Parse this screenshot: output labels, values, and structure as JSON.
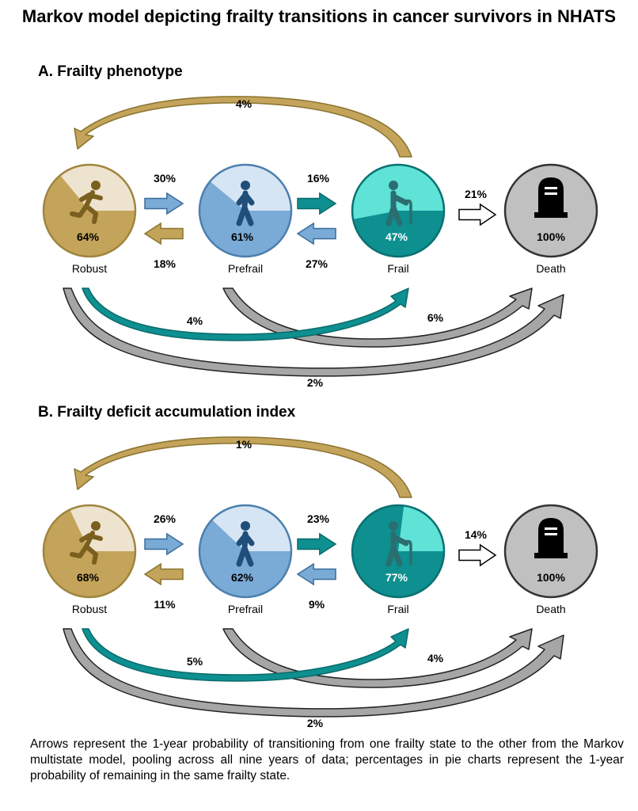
{
  "title": "Markov model depicting frailty transitions in cancer survivors in NHATS",
  "colors": {
    "robust": "#c3a45a",
    "robust_light": "#ede3cf",
    "prefrail": "#7aaad6",
    "prefrail_light": "#d6e5f4",
    "frail": "#0e8f90",
    "frail_light": "#5ee3d6",
    "death": "#c0c0c0",
    "arrow_grey": "#a6a6a6"
  },
  "icons": {
    "robust": "running-person-icon",
    "prefrail": "walking-person-icon",
    "frail": "person-with-cane-icon",
    "death": "tombstone-icon"
  },
  "panels": [
    {
      "heading": "A. Frailty phenotype",
      "nodes": {
        "robust": {
          "label": "Robust",
          "stay": "64%",
          "stay_value": 0.64
        },
        "prefrail": {
          "label": "Prefrail",
          "stay": "61%",
          "stay_value": 0.61
        },
        "frail": {
          "label": "Frail",
          "stay": "47%",
          "stay_value": 0.47
        },
        "death": {
          "label": "Death",
          "stay": "100%"
        }
      },
      "transitions": {
        "frail_to_robust": "4%",
        "robust_to_prefrail": "30%",
        "prefrail_to_robust": "18%",
        "prefrail_to_frail": "16%",
        "frail_to_prefrail": "27%",
        "frail_to_death": "21%",
        "robust_to_frail": "4%",
        "prefrail_to_death": "6%",
        "robust_to_death": "2%"
      }
    },
    {
      "heading": "B. Frailty deficit accumulation index",
      "nodes": {
        "robust": {
          "label": "Robust",
          "stay": "68%",
          "stay_value": 0.68
        },
        "prefrail": {
          "label": "Prefrail",
          "stay": "62%",
          "stay_value": 0.62
        },
        "frail": {
          "label": "Frail",
          "stay": "77%",
          "stay_value": 0.77
        },
        "death": {
          "label": "Death",
          "stay": "100%"
        }
      },
      "transitions": {
        "frail_to_robust": "1%",
        "robust_to_prefrail": "26%",
        "prefrail_to_robust": "11%",
        "prefrail_to_frail": "23%",
        "frail_to_prefrail": "9%",
        "frail_to_death": "14%",
        "robust_to_frail": "5%",
        "prefrail_to_death": "4%",
        "robust_to_death": "2%"
      }
    }
  ],
  "caption": "Arrows represent the 1-year probability of transitioning from one frailty state to the other from the Markov multistate model, pooling across all nine years of data; percentages in pie charts represent the 1-year probability of remaining in the same frailty state."
}
